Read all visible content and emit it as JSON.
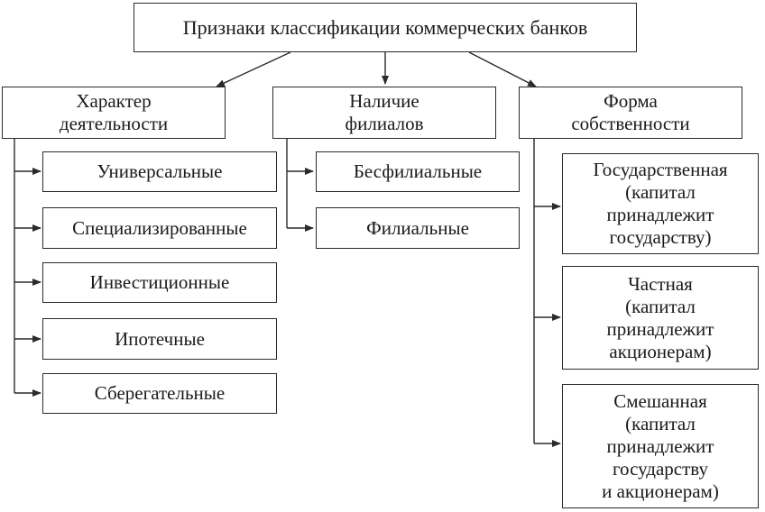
{
  "title": "Признаки классификации коммерческих банков",
  "categories": [
    {
      "label": "Характер\nдеятельности",
      "items": [
        "Универсальные",
        "Специализированные",
        "Инвестиционные",
        "Ипотечные",
        "Сберегательные"
      ]
    },
    {
      "label": "Наличие\nфилиалов",
      "items": [
        "Бесфилиальные",
        "Филиальные"
      ]
    },
    {
      "label": "Форма\nсобственности",
      "items": [
        "Государственная\n(капитал\nпринадлежит\nгосударству)",
        "Частная\n(капитал\nпринадлежит\nакционерам)",
        "Смешанная\n(капитал\nпринадлежит\nгосударству\nи акционерам)"
      ]
    }
  ],
  "colors": {
    "line": "#2a2a2a",
    "box_border": "#2a2a2a",
    "text": "#1a1a1a",
    "background": "#ffffff"
  }
}
